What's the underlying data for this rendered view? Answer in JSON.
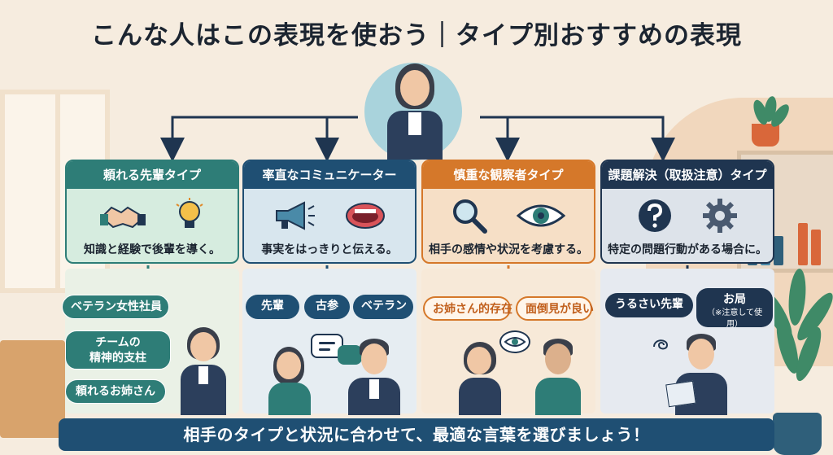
{
  "title": "こんな人はこの表現を使おう｜タイプ別おすすめの表現",
  "columns": [
    {
      "header": "頼れる先輩タイプ",
      "icons": [
        "handshake-icon",
        "lightbulb-icon"
      ],
      "description": "知識と経験で後輩を導く。",
      "examples": [
        "ベテラン女性社員",
        "チームの\n精神的支柱",
        "頼れるお姉さん"
      ]
    },
    {
      "header": "率直なコミュニケーター",
      "icons": [
        "megaphone-icon",
        "mouth-icon"
      ],
      "description": "事実をはっきりと伝える。",
      "examples": [
        "先輩",
        "古参",
        "ベテラン"
      ]
    },
    {
      "header": "慎重な観察者タイプ",
      "icons": [
        "magnifier-icon",
        "eye-icon"
      ],
      "description": "相手の感情や状況を考慮する。",
      "examples": [
        "お姉さん的存在",
        "面倒見が良い"
      ]
    },
    {
      "header": "課題解決（取扱注意）タイプ",
      "icons": [
        "question-icon",
        "gear-icon"
      ],
      "description": "特定の問題行動がある場合に。",
      "examples": [
        "うるさい先輩",
        "お局"
      ],
      "example_note": "（※注意して使用）"
    }
  ],
  "footer": "相手のタイプと状況に合わせて、最適な言葉を選びましょう！",
  "colors": {
    "teal": "#2e7d77",
    "blue": "#1f4f73",
    "orange": "#d5782a",
    "navy": "#1f3550",
    "background": "#f6ecdf"
  }
}
